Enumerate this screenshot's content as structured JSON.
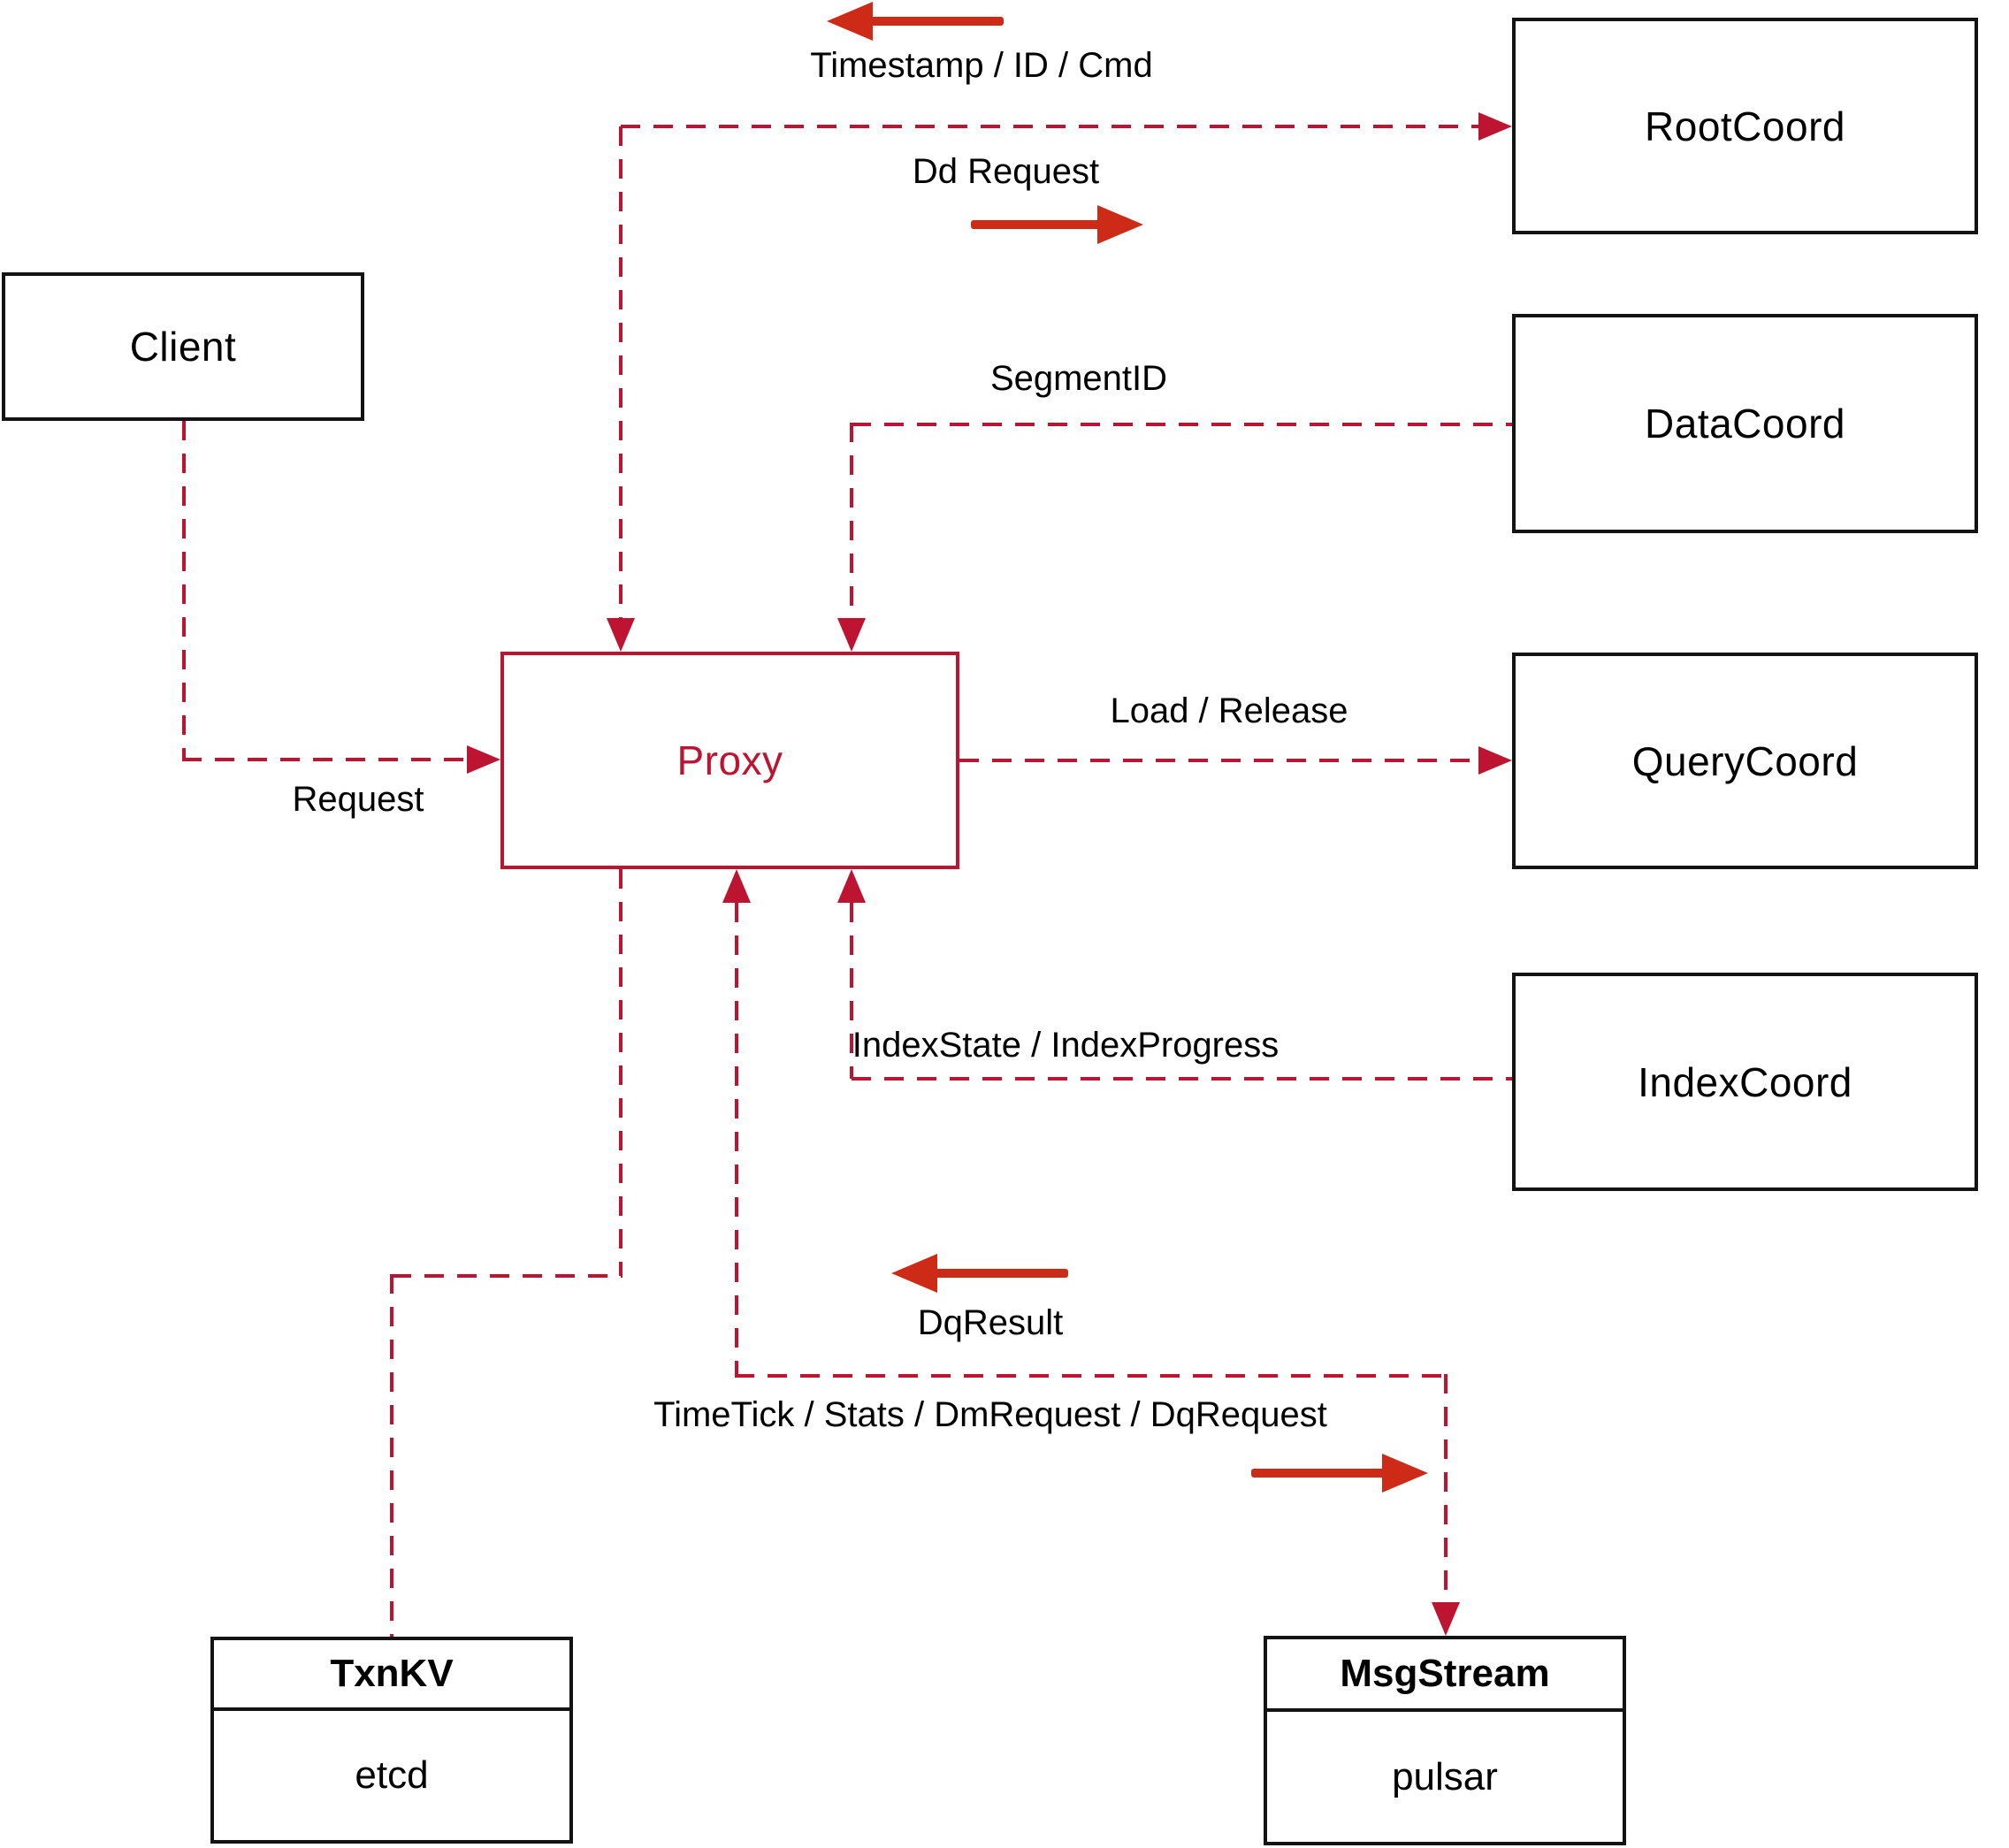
{
  "diagram": {
    "title_note": "proxy architecture diagram",
    "nodes": {
      "client": {
        "label": "Client"
      },
      "proxy": {
        "label": "Proxy"
      },
      "root_coord": {
        "label": "RootCoord"
      },
      "data_coord": {
        "label": "DataCoord"
      },
      "query_coord": {
        "label": "QueryCoord"
      },
      "index_coord": {
        "label": "IndexCoord"
      },
      "txn_kv": {
        "title": "TxnKV",
        "impl": "etcd"
      },
      "msg_stream": {
        "title": "MsgStream",
        "impl": "pulsar"
      }
    },
    "edges": {
      "request": {
        "label": "Request"
      },
      "timestamp": {
        "label": "Timestamp / ID / Cmd"
      },
      "dd_request": {
        "label": "Dd Request"
      },
      "segment_id": {
        "label": "SegmentID"
      },
      "load_release": {
        "label": "Load / Release"
      },
      "index_state": {
        "label": "IndexState / IndexProgress"
      },
      "dq_result": {
        "label": "DqResult"
      },
      "time_tick": {
        "label": "TimeTick / Stats / DmRequest / DqRequest"
      }
    },
    "colors": {
      "line": "#bd1431",
      "arrow": "#cd2a18",
      "box_border": "#131313"
    }
  }
}
